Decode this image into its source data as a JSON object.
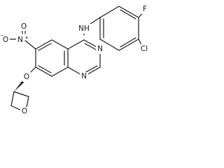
{
  "molecule": {
    "atoms": {
      "fluorine": "F",
      "chlorine": "Cl",
      "amine": "NH",
      "nitro_nitrogen": "N",
      "nitro_oxygen_double": "O",
      "nitro_oxygen_single": "O",
      "nitro_plus": "+",
      "nitro_minus": "−",
      "quinazoline_n3": "N",
      "quinazoline_n1": "N",
      "ether_oxygen": "O",
      "thf_oxygen": "O"
    }
  }
}
